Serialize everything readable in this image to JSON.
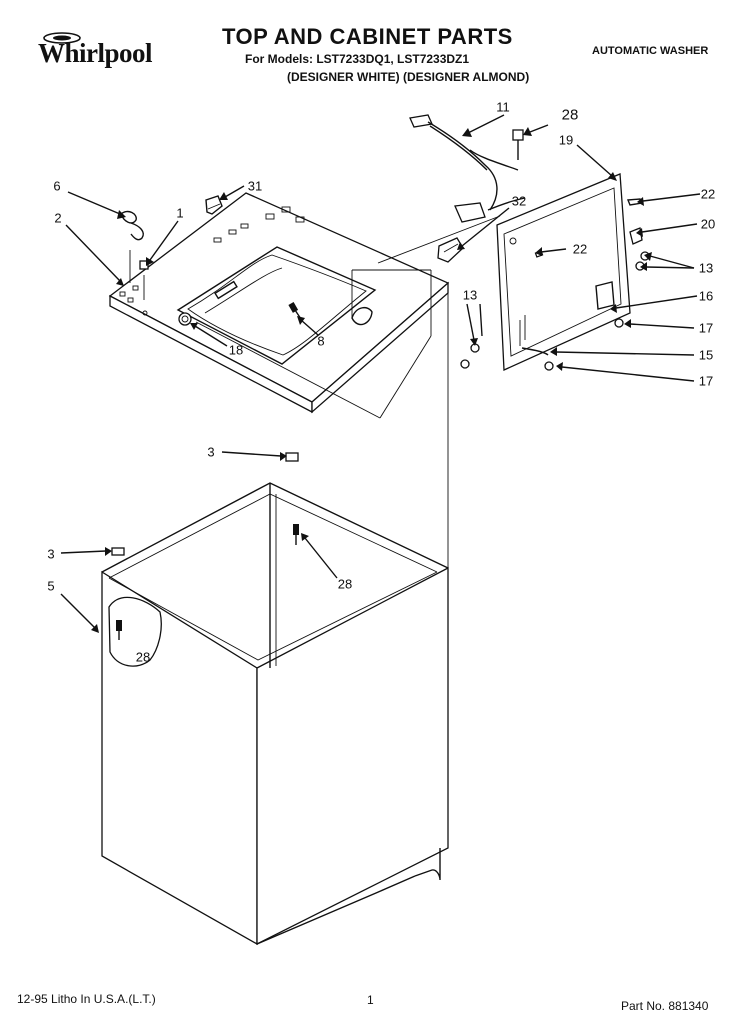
{
  "brand": {
    "logo_text": "Whirlpool"
  },
  "header": {
    "title": "TOP AND CABINET PARTS",
    "models": "For Models: LST7233DQ1, LST7233DZ1",
    "variants": "(DESIGNER WHITE) (DESIGNER ALMOND)",
    "product": "AUTOMATIC WASHER"
  },
  "callouts": [
    {
      "key": "p11",
      "text": "11"
    },
    {
      "key": "p28a",
      "text": "28"
    },
    {
      "key": "p19",
      "text": "19"
    },
    {
      "key": "p6",
      "text": "6"
    },
    {
      "key": "p31",
      "text": "31"
    },
    {
      "key": "p2",
      "text": "2"
    },
    {
      "key": "p1",
      "text": "1"
    },
    {
      "key": "p32",
      "text": "32"
    },
    {
      "key": "p22a",
      "text": "22"
    },
    {
      "key": "p20",
      "text": "20"
    },
    {
      "key": "p22b",
      "text": "22"
    },
    {
      "key": "p13a",
      "text": "13"
    },
    {
      "key": "p16",
      "text": "16"
    },
    {
      "key": "p13b",
      "text": "13"
    },
    {
      "key": "p17a",
      "text": "17"
    },
    {
      "key": "p15",
      "text": "15"
    },
    {
      "key": "p17b",
      "text": "17"
    },
    {
      "key": "p8",
      "text": "8"
    },
    {
      "key": "p18",
      "text": "18"
    },
    {
      "key": "p3a",
      "text": "3"
    },
    {
      "key": "p28b",
      "text": "28"
    },
    {
      "key": "p3b",
      "text": "3"
    },
    {
      "key": "p5",
      "text": "5"
    },
    {
      "key": "p28c",
      "text": "28"
    }
  ],
  "footer": {
    "litho": "12-95 Litho In U.S.A.(L.T.)",
    "page": "1",
    "part_number": "Part No. 881340"
  }
}
